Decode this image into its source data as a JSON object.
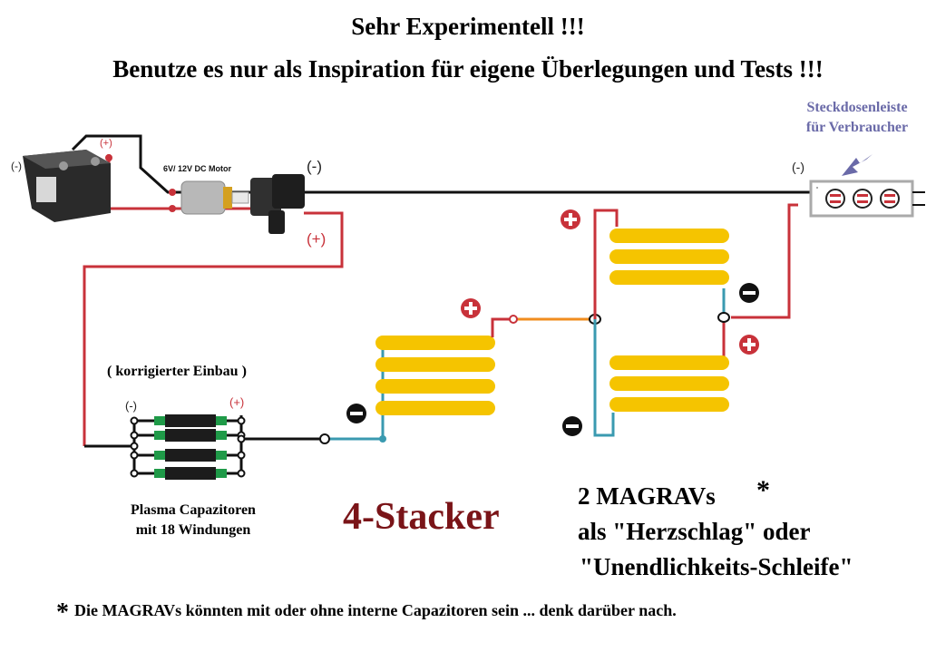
{
  "title": {
    "line1": "Sehr Experimentell !!!",
    "line2": "Benutze es nur als Inspiration für eigene Überlegungen und Tests !!!"
  },
  "outlet": {
    "label_line1": "Steckdosenleiste",
    "label_line2": "für Verbraucher",
    "sockets": 3,
    "socket_symbol": "−",
    "polarity": "(-)"
  },
  "battery": {
    "minus_label": "(-)",
    "plus_label": "(+)"
  },
  "motor": {
    "label": "6V/ 12V DC Motor",
    "minus_label": "(-)",
    "plus_label": "(+)"
  },
  "capacitors": {
    "note": "( korrigierter Einbau )",
    "minus_label": "(-)",
    "plus_label": "(+)",
    "caption_line1": "Plasma Capazitoren",
    "caption_line2": "mit 18 Windungen",
    "count": 4
  },
  "stacker_label": "4-Stacker",
  "magravs": {
    "line1": "2 MAGRAVs",
    "star": "*",
    "line2": "als \"Herzschlag\" oder",
    "line3": "\"Unendlichkeits-Schleife\""
  },
  "footnote": {
    "star": "*",
    "text": "Die MAGRAVs könnten mit oder ohne interne Capazitoren sein ... denk darüber nach."
  },
  "colors": {
    "positive": "#c8323a",
    "wire_black": "#111111",
    "wire_blue": "#3a9ab0",
    "wire_orange": "#f08c1e",
    "coil_yellow": "#f5c400",
    "title_red": "#7a1418",
    "outlet_text": "#6a6aa8"
  },
  "icons": [
    "battery-icon",
    "dc-motor-icon",
    "power-strip-icon",
    "arrow-icon",
    "plus-symbol-icon",
    "minus-symbol-icon",
    "capacitor-icon",
    "coil-icon"
  ]
}
